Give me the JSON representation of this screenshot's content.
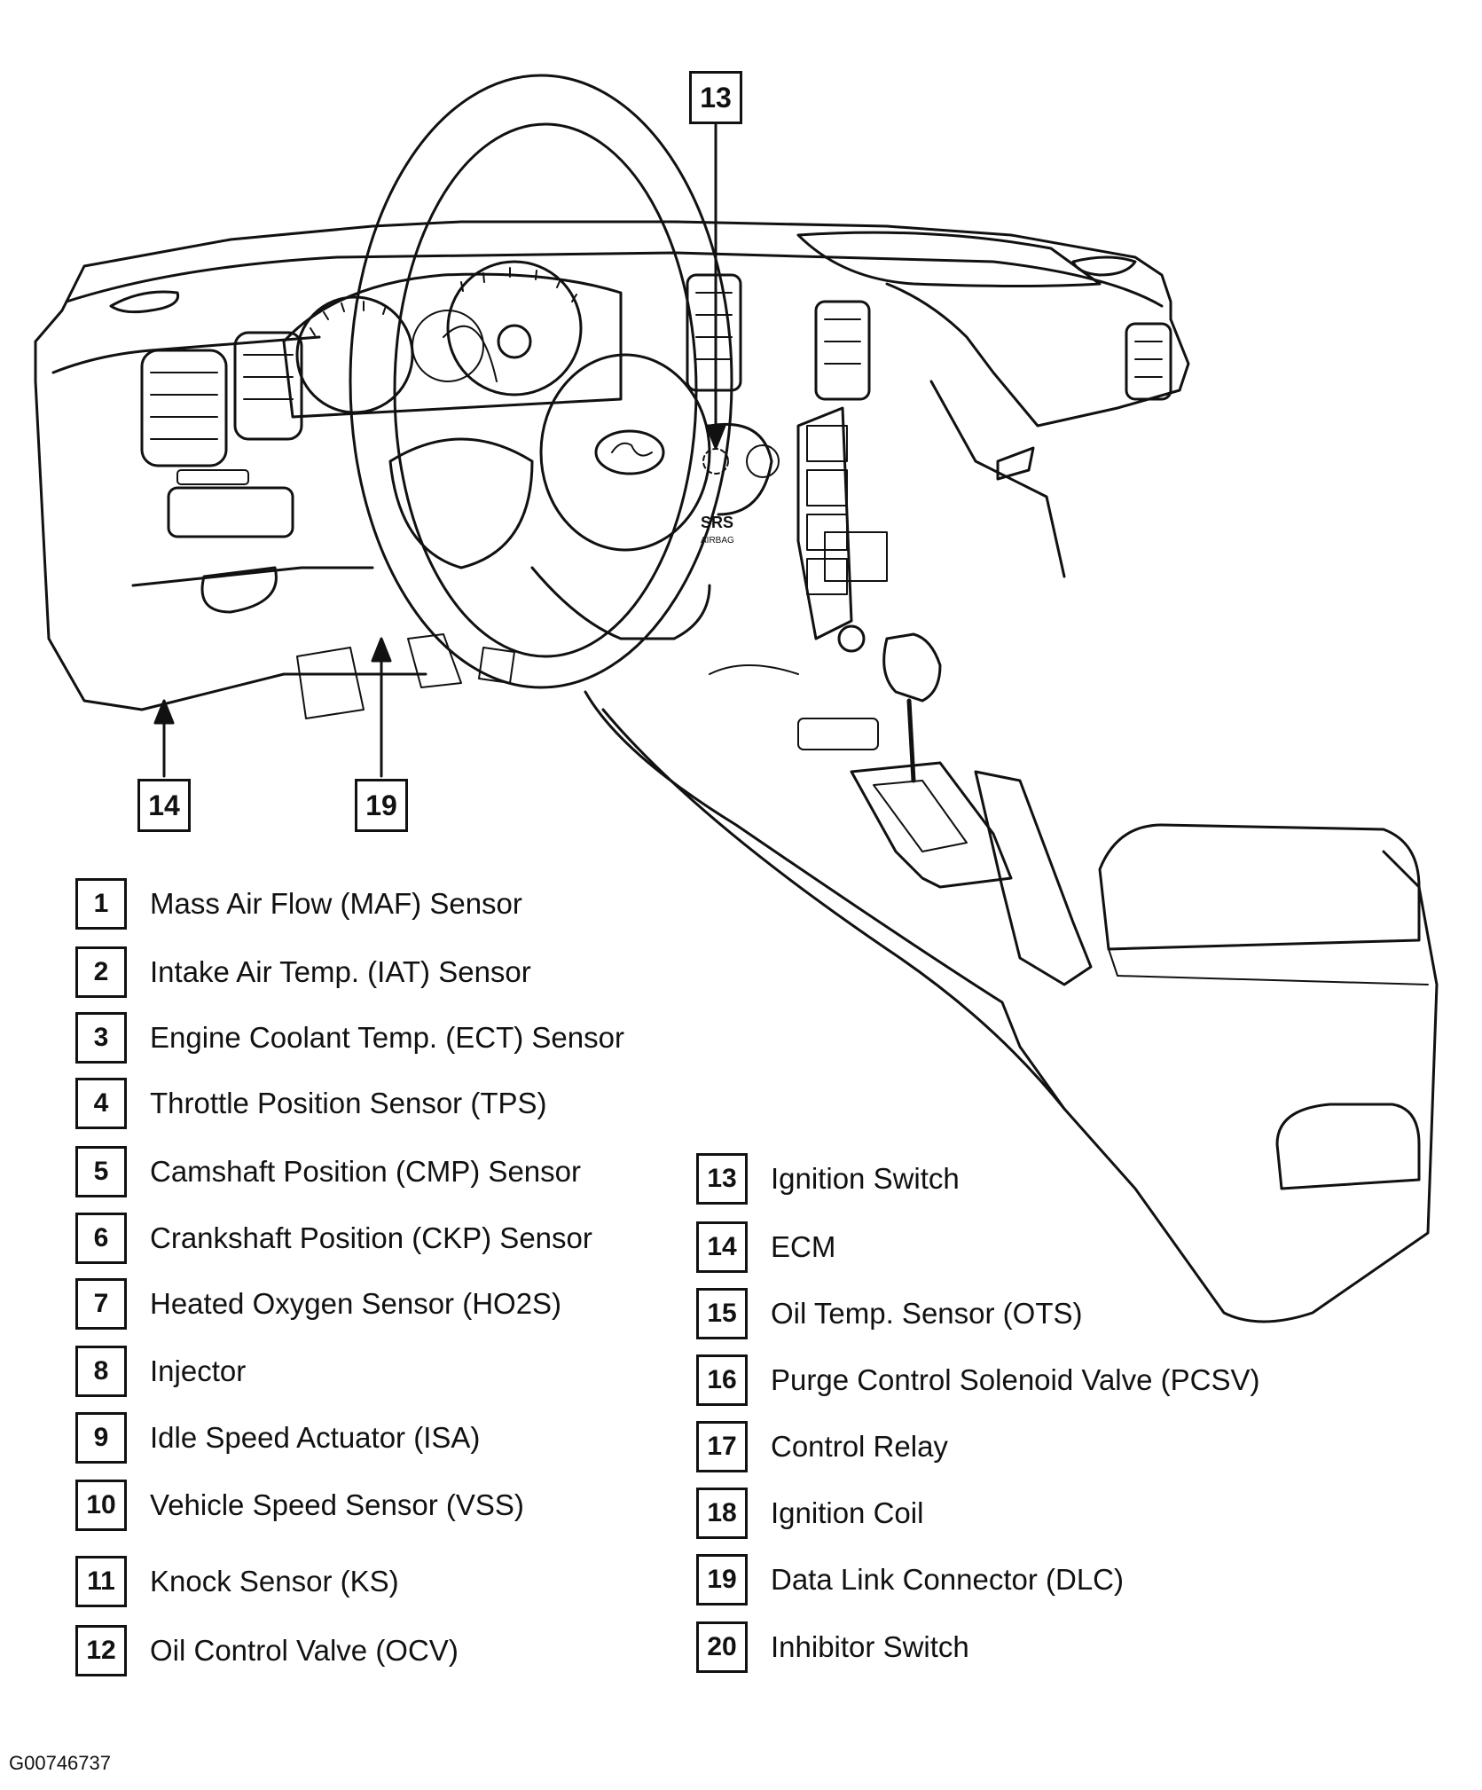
{
  "callouts": {
    "c13": "13",
    "c14": "14",
    "c19": "19"
  },
  "legend": [
    {
      "num": "1",
      "label": "Mass Air Flow (MAF) Sensor"
    },
    {
      "num": "2",
      "label": "Intake Air Temp. (IAT) Sensor"
    },
    {
      "num": "3",
      "label": "Engine Coolant Temp. (ECT) Sensor"
    },
    {
      "num": "4",
      "label": "Throttle Position Sensor (TPS)"
    },
    {
      "num": "5",
      "label": "Camshaft Position (CMP) Sensor"
    },
    {
      "num": "6",
      "label": "Crankshaft Position (CKP) Sensor"
    },
    {
      "num": "7",
      "label": "Heated Oxygen Sensor (HO2S)"
    },
    {
      "num": "8",
      "label": "Injector"
    },
    {
      "num": "9",
      "label": "Idle Speed Actuator (ISA)"
    },
    {
      "num": "10",
      "label": "Vehicle Speed Sensor (VSS)"
    },
    {
      "num": "11",
      "label": "Knock Sensor (KS)"
    },
    {
      "num": "12",
      "label": "Oil Control Valve (OCV)"
    },
    {
      "num": "13",
      "label": "Ignition Switch"
    },
    {
      "num": "14",
      "label": "ECM"
    },
    {
      "num": "15",
      "label": "Oil Temp. Sensor (OTS)"
    },
    {
      "num": "16",
      "label": "Purge Control Solenoid Valve (PCSV)"
    },
    {
      "num": "17",
      "label": "Control Relay"
    },
    {
      "num": "18",
      "label": "Ignition Coil"
    },
    {
      "num": "19",
      "label": "Data Link Connector (DLC)"
    },
    {
      "num": "20",
      "label": "Inhibitor Switch"
    }
  ],
  "airbag_text": {
    "line1": "SRS",
    "line2": "AIRBAG"
  },
  "figure_id": "G00746737"
}
